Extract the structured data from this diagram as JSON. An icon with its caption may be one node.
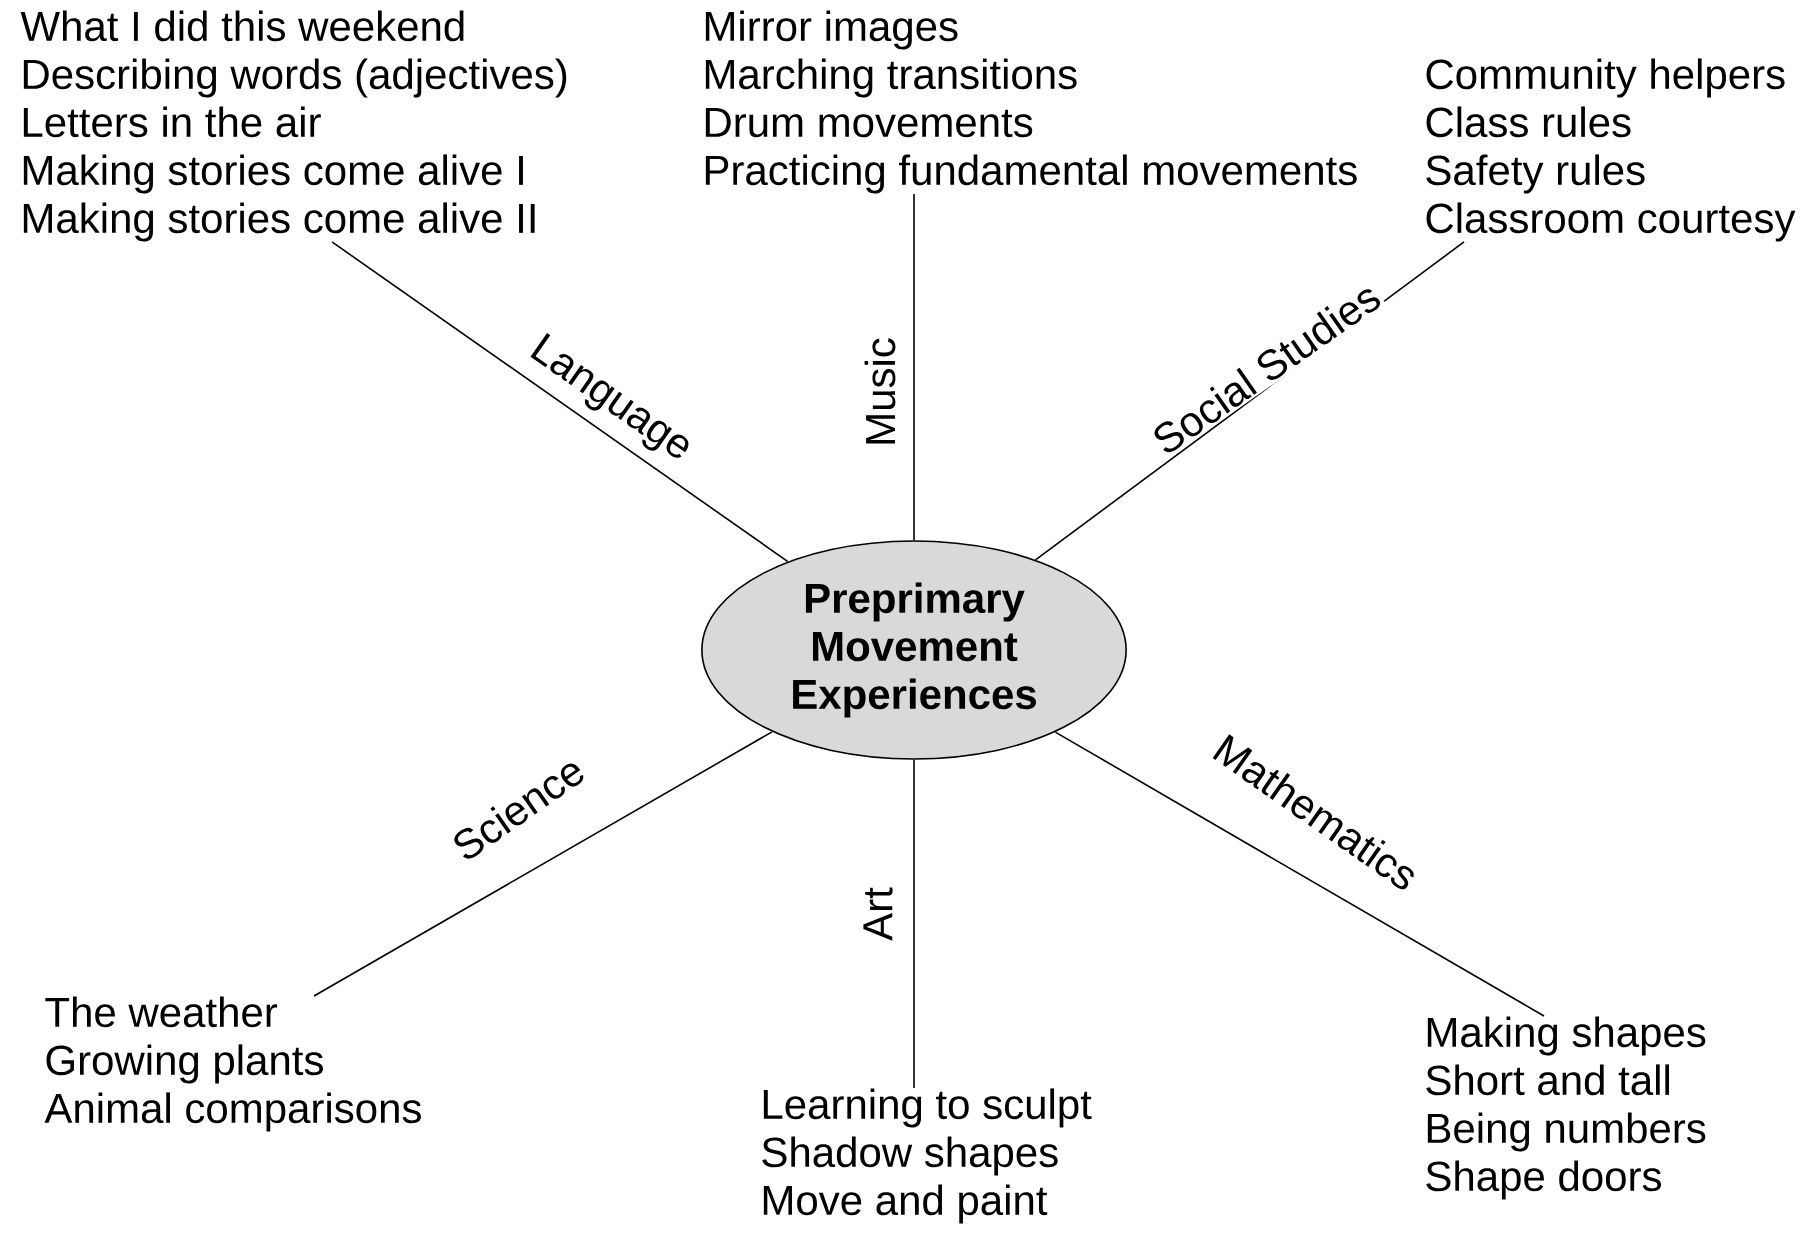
{
  "diagram": {
    "nodes": [
      {
        "text": [
          "Preprimary Movement Experiences"
        ]
      },
      {
        "text": [
          "What I did this weekend",
          "Describing words (adjectives)",
          "Letters in the air",
          "Making stories come alive I",
          "Making stories come alive II"
        ]
      },
      {
        "text": [
          "Mirror images",
          "Marching transitions",
          "Drum movements",
          "Practicing fundamental movements"
        ]
      },
      {
        "text": [
          "Community helpers",
          "Class rules",
          "Safety rules",
          "Classroom courtesy"
        ]
      },
      {
        "text": [
          "The weather",
          "Growing plants",
          "Animal comparisons"
        ]
      },
      {
        "text": [
          "Learning to sculpt",
          "Shadow shapes",
          "Move and paint"
        ]
      },
      {
        "text": [
          "Making shapes",
          "Short and tall",
          "Being numbers",
          "Shape doors"
        ]
      }
    ],
    "edges": [
      {
        "from": 0,
        "to": 1,
        "arrow": "none",
        "label": "Language"
      },
      {
        "from": 0,
        "to": 2,
        "arrow": "none",
        "label": "Music"
      },
      {
        "from": 0,
        "to": 3,
        "arrow": "none",
        "label": "Social Studies"
      },
      {
        "from": 0,
        "to": 4,
        "arrow": "none",
        "label": "Science"
      },
      {
        "from": 0,
        "to": 5,
        "arrow": "none",
        "label": "Art"
      },
      {
        "from": 0,
        "to": 6,
        "arrow": "none",
        "label": "Mathematics"
      }
    ]
  }
}
